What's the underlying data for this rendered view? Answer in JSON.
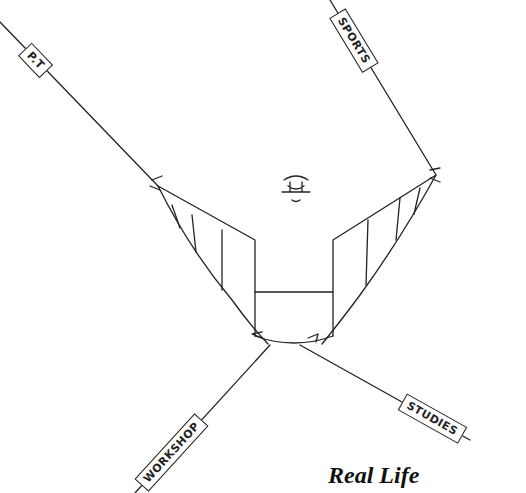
{
  "diagram": {
    "caption": "Real Life",
    "nodes": [
      {
        "text": [
          "P.T"
        ]
      },
      {
        "text": [
          "SPORTS"
        ]
      },
      {
        "text": [
          "WORKSHOP"
        ]
      },
      {
        "text": [
          "STUDIES"
        ]
      }
    ]
  }
}
